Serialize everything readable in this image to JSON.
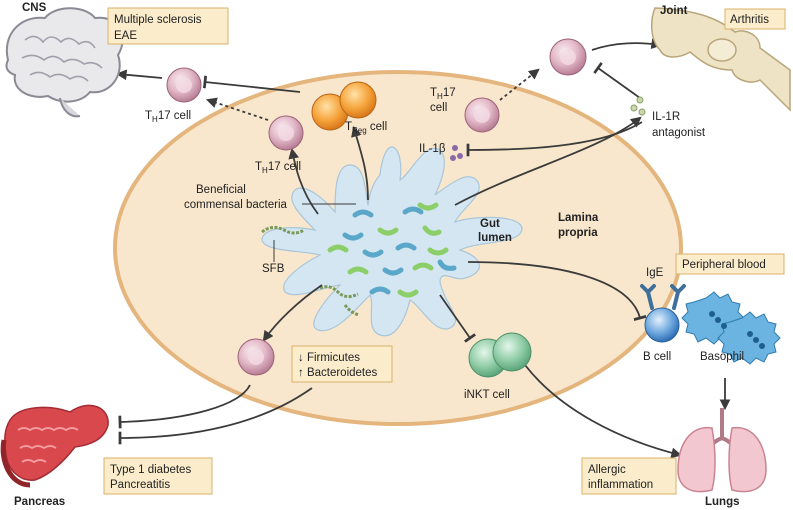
{
  "organs": {
    "cns": "CNS",
    "joint": "Joint",
    "pancreas": "Pancreas",
    "lungs": "Lungs"
  },
  "diseases": {
    "ms_line1": "Multiple sclerosis",
    "ms_line2": "EAE",
    "arthritis": "Arthritis",
    "peripheral_blood": "Peripheral blood",
    "t1d_line1": "Type 1 diabetes",
    "t1d_line2": "Pancreatitis",
    "allergy_line1": "Allergic",
    "allergy_line2": "inflammation"
  },
  "cells": {
    "th17_base": "T",
    "th17_sub": "H",
    "th17_rest": "17 cell",
    "th17_top_line1_rest": "17",
    "th17_top_line2": "cell",
    "treg_base": "T",
    "treg_sub": "Reg",
    "treg_rest": " cell",
    "b_cell": "B cell",
    "basophil": "Basophil",
    "inkt": "iNKT cell"
  },
  "molecules": {
    "il1b": "IL-1β",
    "il1r_line1": "IL-1R",
    "il1r_line2": "antagonist",
    "ige": "IgE"
  },
  "gut": {
    "beneficial_line1": "Beneficial",
    "beneficial_line2": "commensal bacteria",
    "sfb": "SFB",
    "lumen_line1": "Gut",
    "lumen_line2": "lumen",
    "lamina_line1": "Lamina",
    "lamina_line2": "propria",
    "firmicutes": "↓ Firmicutes",
    "bacteroidetes": "↑ Bacteroidetes"
  },
  "colors": {
    "lamina_fill": "#f8e7cc",
    "lamina_stroke": "#e5b57e",
    "lumen_fill": "#d4e6f1",
    "th17_fill": "#d9a8b8",
    "treg_fill": "#f39c3a",
    "inkt_fill": "#7fc19a",
    "bcell_fill": "#4d8fd1",
    "basophil_fill": "#5aa8d8",
    "box_fill": "#fbeccb"
  }
}
